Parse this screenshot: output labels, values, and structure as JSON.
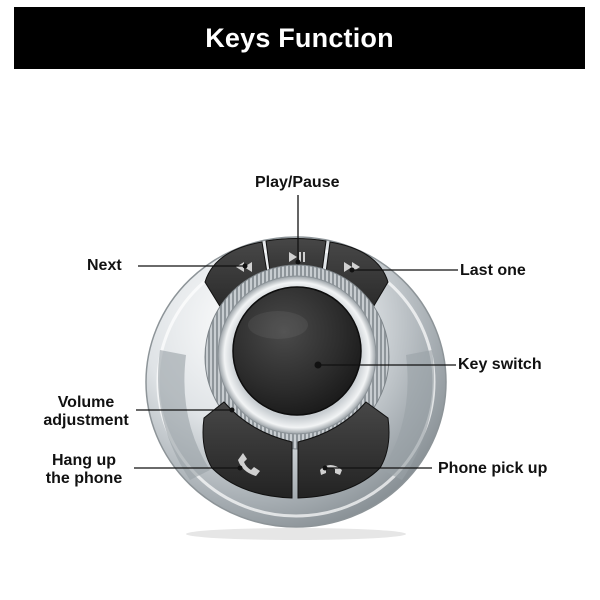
{
  "header": {
    "title": "Keys Function"
  },
  "labels": {
    "play_pause": "Play/Pause",
    "next": "Next",
    "last_one": "Last one",
    "key_switch": "Key switch",
    "volume_line1": "Volume",
    "volume_line2": "adjustment",
    "hangup_line1": "Hang up",
    "hangup_line2": "the phone",
    "pickup": "Phone pick up"
  },
  "icons": {
    "play_pause": "play-pause-icon",
    "next": "rewind-icon",
    "last_one": "fast-forward-icon",
    "hangup": "phone-icon",
    "pickup": "phone-hangup-icon"
  },
  "colors": {
    "banner": "#000000",
    "banner_text": "#ffffff",
    "button": "#2e2e2e",
    "knob": "#2a2a2a",
    "chrome": "#d4d8dc"
  }
}
